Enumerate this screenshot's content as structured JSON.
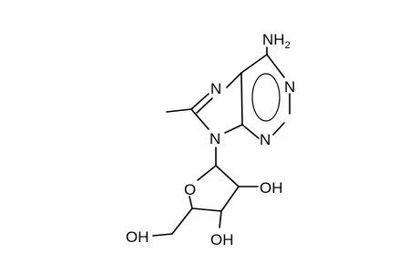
{
  "molecule": {
    "atoms": {
      "amine_N": "NH",
      "amine_sub": "2",
      "n_top_right": "N",
      "n_bottom": "N",
      "n_imidazole": "N",
      "n_nine": "N",
      "o_ring": "O",
      "oh_right": "OH",
      "oh_bottom": "OH",
      "oh_left": "OH"
    }
  }
}
